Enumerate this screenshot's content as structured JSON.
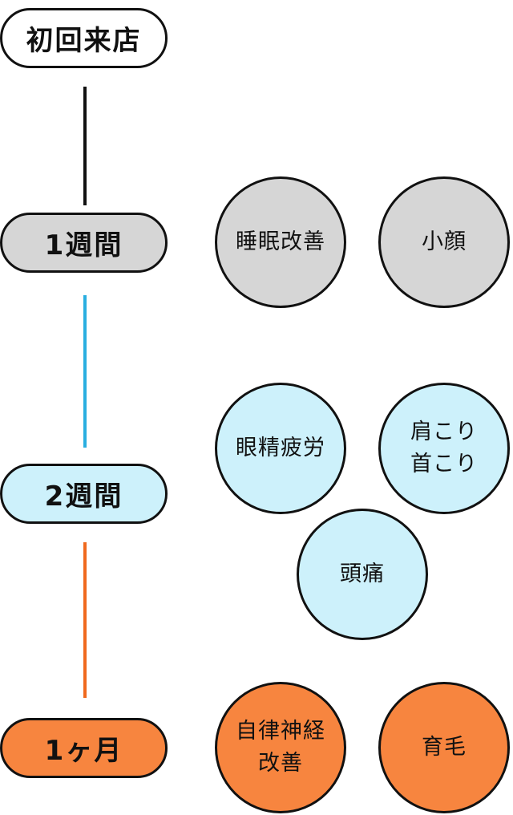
{
  "stages": {
    "first_visit": "初回来店",
    "week1": "1週間",
    "week2": "2週間",
    "month1": "1ヶ月"
  },
  "benefits": {
    "week1": [
      "睡眠改善",
      "小顔"
    ],
    "week2": [
      {
        "line1": "眼精疲労"
      },
      {
        "line1": "肩こり",
        "line2": "首こり"
      },
      {
        "line1": "頭痛"
      }
    ],
    "month1": [
      {
        "line1": "自律神経",
        "line2": "改善"
      },
      {
        "line1": "育毛"
      }
    ]
  },
  "colors": {
    "week1": "#d6d6d6",
    "week2": "#cdf1fb",
    "month1": "#f7853f",
    "connector_black": "#111111",
    "connector_blue": "#29aee0",
    "connector_orange": "#f0691e"
  }
}
